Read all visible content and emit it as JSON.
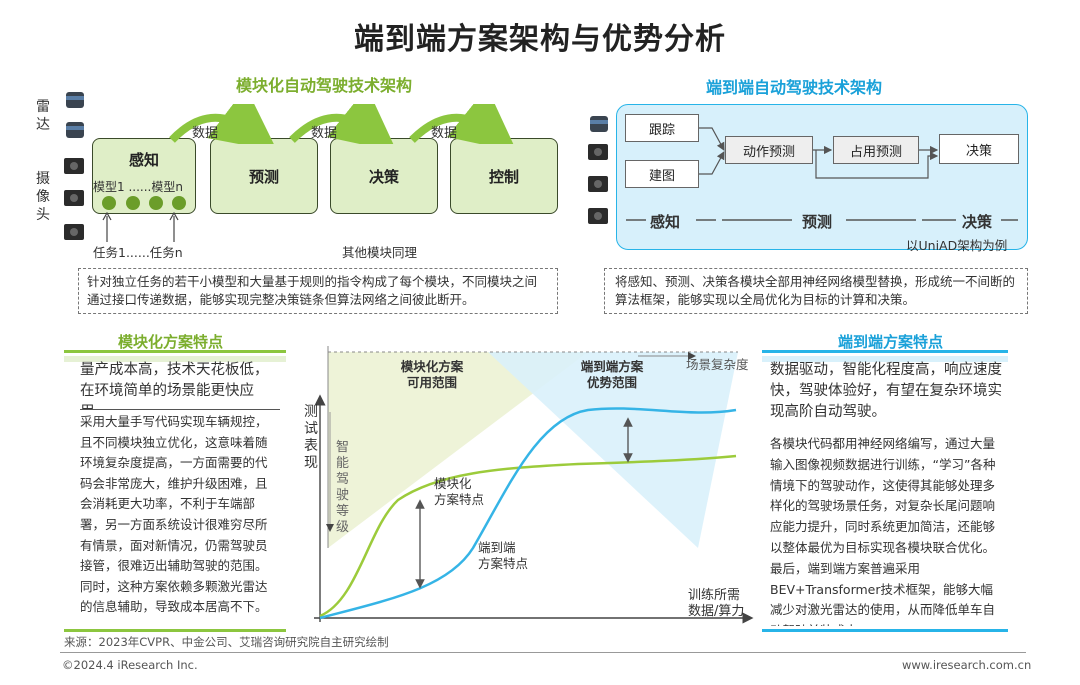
{
  "title": "端到端方案架构与优势分析",
  "modular": {
    "heading": "模块化自动驾驶技术架构",
    "sensor_radar": "雷达",
    "sensor_camera": "摄像头",
    "modules": [
      "感知",
      "预测",
      "决策",
      "控制"
    ],
    "flow_label": "数据",
    "submodel_text": "模型1 ......模型n",
    "task_text": "任务1......任务n",
    "other_note": "其他模块同理",
    "desc": "针对独立任务的若干小模型和大量基于规则的指令构成了每个模块，不同模块之间通过接口传递数据，能够实现完整决策链条但算法网络之间彼此断开。"
  },
  "e2e": {
    "heading": "端到端自动驾驶技术架构",
    "inputs": [
      "跟踪",
      "建图"
    ],
    "steps": [
      "动作预测",
      "占用预测",
      "决策"
    ],
    "stages": [
      "感知",
      "预测",
      "决策"
    ],
    "example": "以UniAD架构为例",
    "desc": "将感知、预测、决策各模块全部用神经网络模型替换，形成统一不间断的算法框架，能够实现以全局优化为目标的计算和决策。"
  },
  "mod_features": {
    "heading": "模块化方案特点",
    "highlight": "量产成本高，技术天花板低，在环境简单的场景能更快应用。",
    "body": "采用大量手写代码实现车辆规控，且不同模块独立优化，这意味着随环境复杂度提高，一方面需要的代码会非常庞大，维护升级困难，且会消耗更大功率，不利于车端部署，另一方面系统设计很难穷尽所有情景，面对新情况，仍需驾驶员接管，很难迈出辅助驾驶的范围。同时，这种方案依赖多颗激光雷达的信息辅助，导致成本居高不下。"
  },
  "e2e_features": {
    "heading": "端到端方案特点",
    "highlight": "数据驱动，智能化程度高，响应速度快，驾驶体验好，有望在复杂环境实现高阶自动驾驶。",
    "body": "各模块代码都用神经网络编写，通过大量输入图像视频数据进行训练，“学习”各种情境下的驾驶动作，这使得其能够处理多样化的驾驶场景任务，对复杂长尾问题响应能力提升，同时系统更加简洁，还能够以整体最优为目标实现各模块联合优化。最后，端到端方案普遍采用BEV+Transformer技术框架，能够大幅减少对激光雷达的使用，从而降低单车自动驾驶前装成本。"
  },
  "chart": {
    "region_mod": "模块化方案\n可用范围",
    "region_e2e": "端到端方案\n优势范围",
    "scene_axis": "场景复杂度",
    "y_axis": "测试表现",
    "diag_label": "智能驾驶等级",
    "x_axis": "训练所需\n数据/算力",
    "curve_mod": "模块化\n方案特点",
    "curve_e2e": "端到端\n方案特点"
  },
  "source": "来源：2023年CVPR、中金公司、艾瑞咨询研究院自主研究绘制",
  "copyright": "©2024.4 iResearch Inc.",
  "website": "www.iresearch.com.cn",
  "colors": {
    "green": "#8cc63f",
    "blue": "#27b4e8",
    "dark": "#222222"
  }
}
